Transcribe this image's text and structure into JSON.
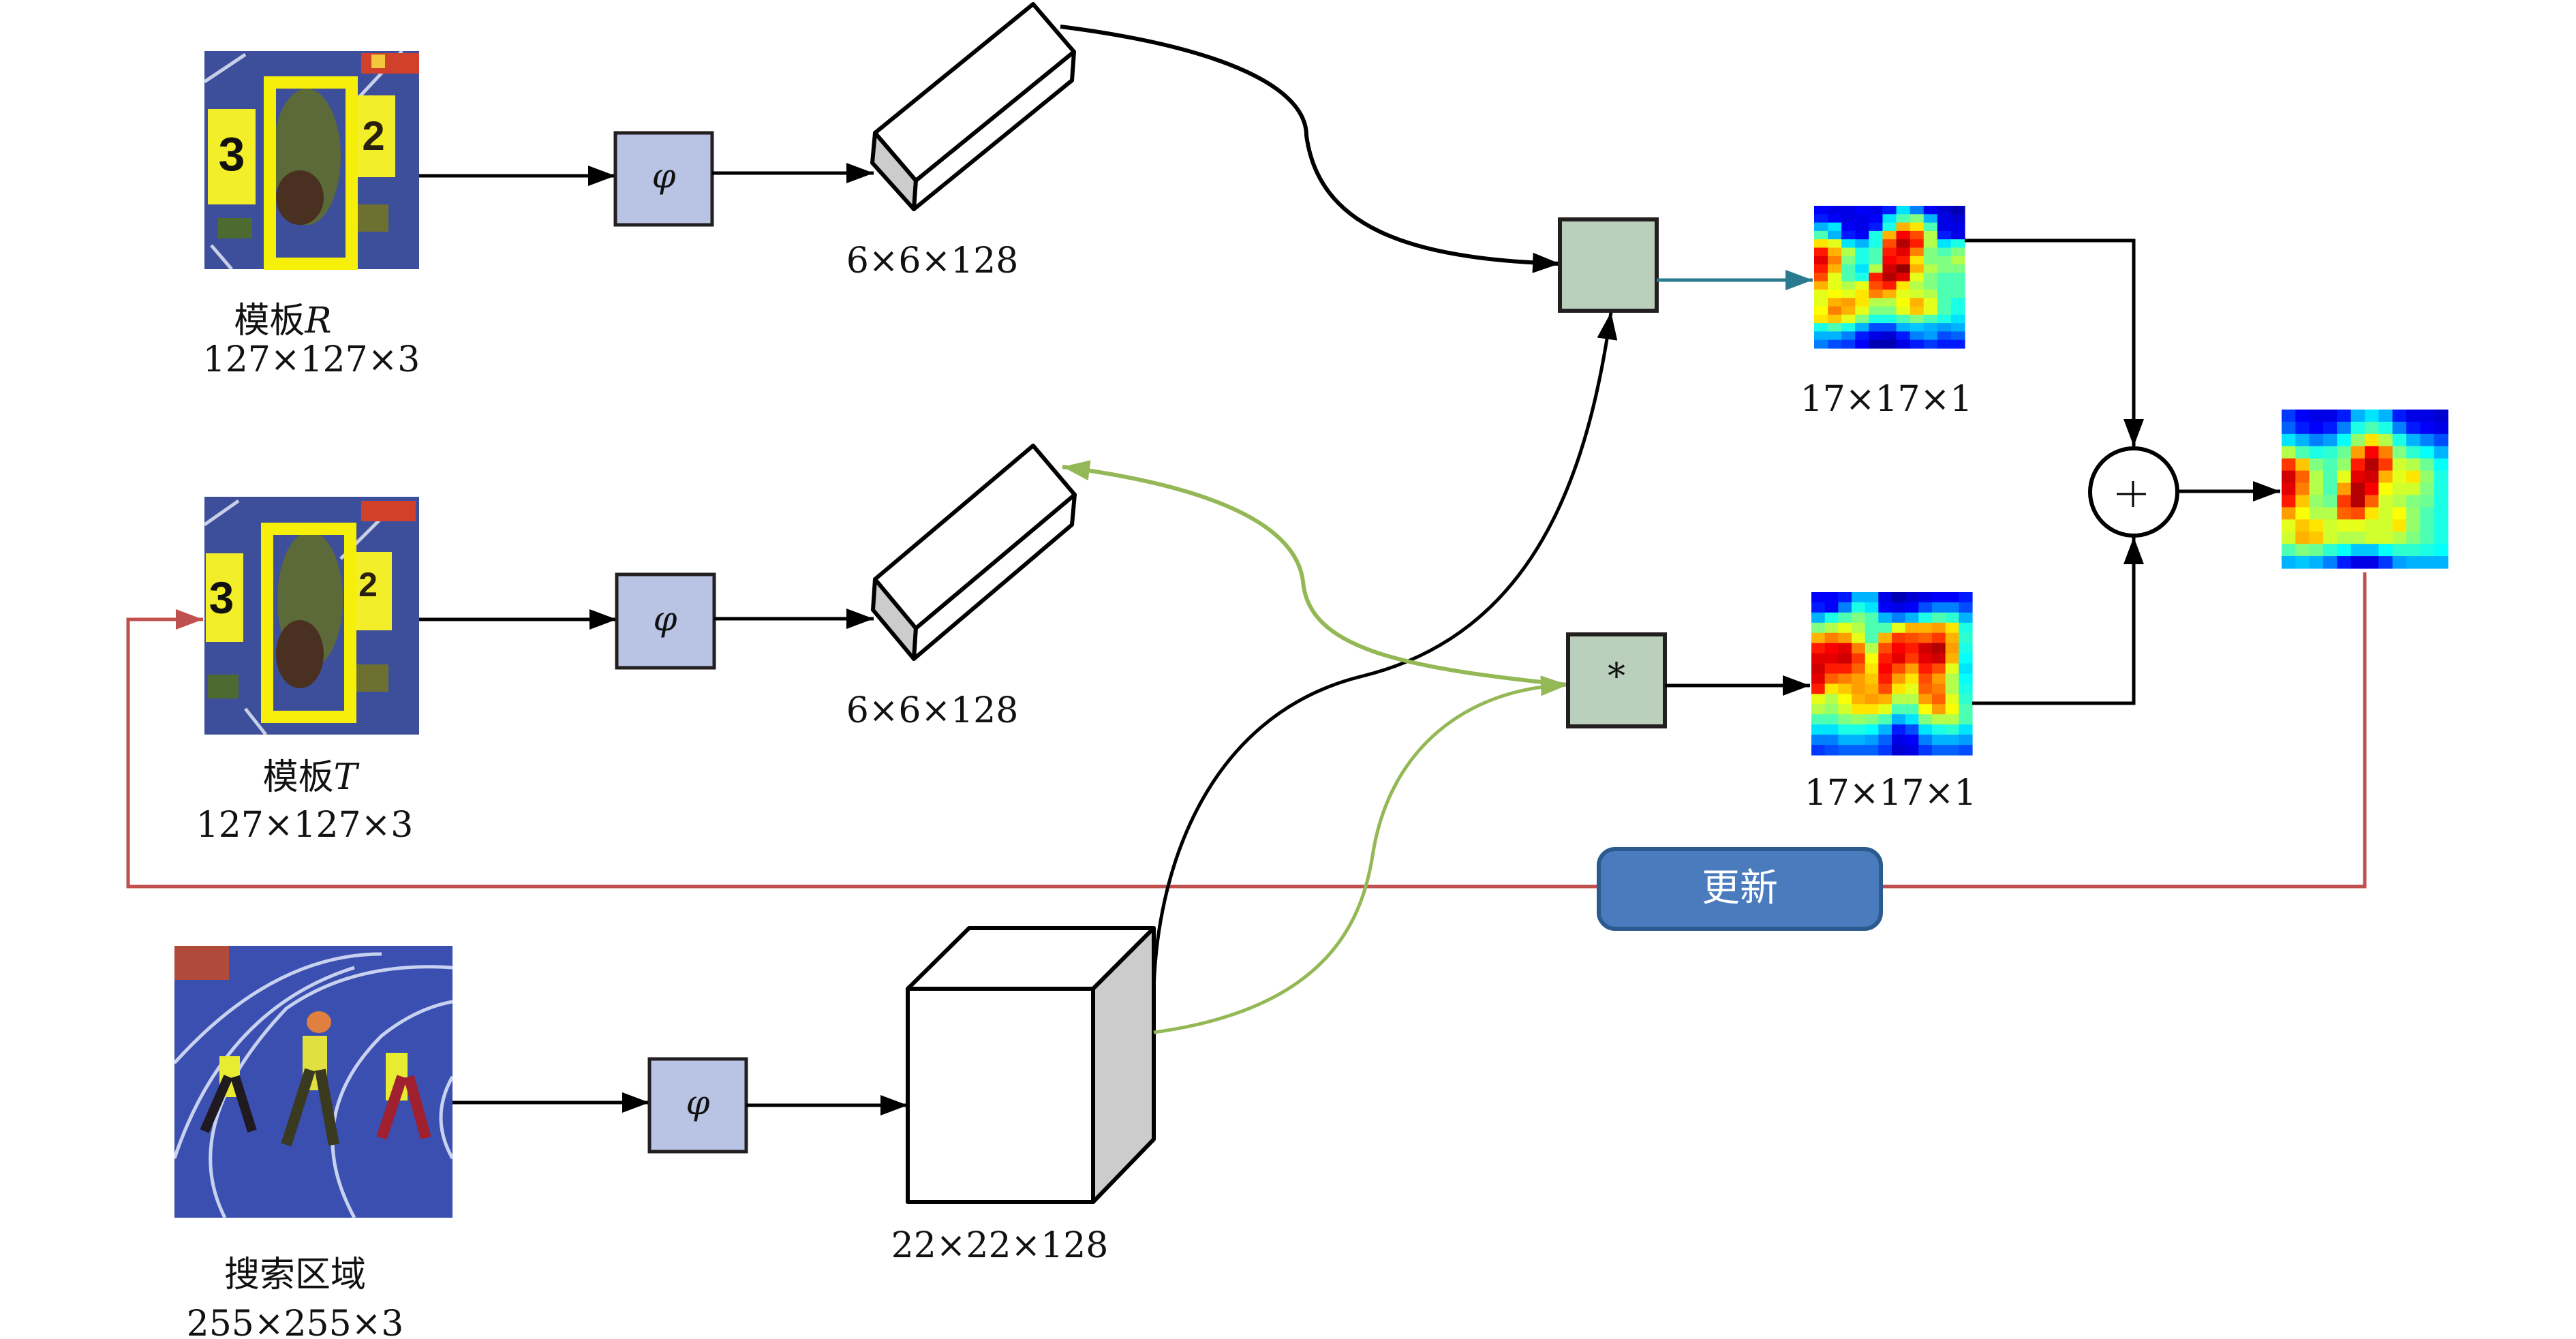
{
  "title": "Siamese tracker architecture with template update",
  "colors": {
    "phi_box": "#b9c4e4",
    "corr_box": "#bbd0bc",
    "teal_arrow": "#2a7b90",
    "green_arrow": "#93b855",
    "red_line": "#c0504d",
    "update_button": "#4a7bbd",
    "update_button_border": "#2b5a8e",
    "cuboid_side": "#cccccc",
    "track_blue": "#3d4f9a",
    "bib_yellow": "#f2ee2a"
  },
  "inputs": {
    "template_r": {
      "name": "模板",
      "var": "R",
      "size": "127×127×3"
    },
    "template_t": {
      "name": "模板",
      "var": "T",
      "size": "127×127×3"
    },
    "search": {
      "name": "搜索区域",
      "size": "255×255×3"
    }
  },
  "ops": {
    "phi": "φ",
    "star": "*",
    "plus": "+",
    "update": "更新"
  },
  "features": {
    "f_r": "6×6×128",
    "f_t": "6×6×128",
    "f_search": "22×22×128"
  },
  "responses": {
    "r1": {
      "size": "17×17×1",
      "grid": [
        [
          0.12,
          0.1,
          0.1,
          0.12,
          0.1,
          0.15,
          0.35,
          0.25,
          0.12,
          0.08,
          0.05
        ],
        [
          0.15,
          0.12,
          0.1,
          0.1,
          0.12,
          0.35,
          0.45,
          0.5,
          0.3,
          0.1,
          0.08
        ],
        [
          0.3,
          0.35,
          0.12,
          0.1,
          0.15,
          0.4,
          0.7,
          0.65,
          0.45,
          0.1,
          0.1
        ],
        [
          0.45,
          0.3,
          0.15,
          0.12,
          0.4,
          0.7,
          0.88,
          0.8,
          0.55,
          0.15,
          0.1
        ],
        [
          0.65,
          0.6,
          0.35,
          0.3,
          0.4,
          0.8,
          0.95,
          0.85,
          0.55,
          0.35,
          0.4
        ],
        [
          0.85,
          0.7,
          0.55,
          0.4,
          0.45,
          0.85,
          0.9,
          0.75,
          0.5,
          0.45,
          0.5
        ],
        [
          0.9,
          0.75,
          0.5,
          0.4,
          0.45,
          0.88,
          0.85,
          0.65,
          0.5,
          0.5,
          0.55
        ],
        [
          0.85,
          0.7,
          0.45,
          0.35,
          0.55,
          0.92,
          0.98,
          0.7,
          0.55,
          0.5,
          0.5
        ],
        [
          0.8,
          0.6,
          0.45,
          0.4,
          0.85,
          0.95,
          0.9,
          0.6,
          0.5,
          0.45,
          0.45
        ],
        [
          0.7,
          0.6,
          0.55,
          0.6,
          0.8,
          0.85,
          0.65,
          0.55,
          0.5,
          0.45,
          0.45
        ],
        [
          0.6,
          0.62,
          0.6,
          0.65,
          0.75,
          0.7,
          0.6,
          0.58,
          0.55,
          0.45,
          0.45
        ],
        [
          0.6,
          0.7,
          0.72,
          0.65,
          0.55,
          0.55,
          0.62,
          0.7,
          0.6,
          0.45,
          0.4
        ],
        [
          0.62,
          0.75,
          0.7,
          0.6,
          0.5,
          0.5,
          0.6,
          0.68,
          0.6,
          0.45,
          0.4
        ],
        [
          0.65,
          0.68,
          0.6,
          0.5,
          0.4,
          0.4,
          0.45,
          0.5,
          0.45,
          0.4,
          0.35
        ],
        [
          0.4,
          0.45,
          0.4,
          0.3,
          0.2,
          0.2,
          0.3,
          0.32,
          0.3,
          0.28,
          0.3
        ],
        [
          0.3,
          0.3,
          0.25,
          0.15,
          0.1,
          0.08,
          0.15,
          0.25,
          0.28,
          0.2,
          0.22
        ],
        [
          0.25,
          0.2,
          0.18,
          0.12,
          0.05,
          0.05,
          0.1,
          0.15,
          0.18,
          0.15,
          0.15
        ]
      ]
    },
    "r2": {
      "size": "17×17×1",
      "grid": [
        [
          0.12,
          0.12,
          0.15,
          0.3,
          0.3,
          0.1,
          0.05,
          0.08,
          0.1,
          0.12,
          0.12,
          0.15
        ],
        [
          0.15,
          0.12,
          0.25,
          0.4,
          0.35,
          0.12,
          0.1,
          0.12,
          0.2,
          0.25,
          0.25,
          0.2
        ],
        [
          0.3,
          0.4,
          0.45,
          0.5,
          0.45,
          0.3,
          0.25,
          0.3,
          0.4,
          0.45,
          0.42,
          0.3
        ],
        [
          0.5,
          0.55,
          0.6,
          0.55,
          0.45,
          0.45,
          0.6,
          0.7,
          0.7,
          0.72,
          0.65,
          0.4
        ],
        [
          0.7,
          0.75,
          0.72,
          0.6,
          0.45,
          0.7,
          0.82,
          0.8,
          0.78,
          0.82,
          0.7,
          0.42
        ],
        [
          0.85,
          0.88,
          0.9,
          0.75,
          0.55,
          0.8,
          0.88,
          0.85,
          0.92,
          0.95,
          0.72,
          0.4
        ],
        [
          0.9,
          0.9,
          0.92,
          0.82,
          0.62,
          0.85,
          0.9,
          0.82,
          0.9,
          0.92,
          0.7,
          0.38
        ],
        [
          0.92,
          0.85,
          0.85,
          0.78,
          0.65,
          0.88,
          0.8,
          0.72,
          0.85,
          0.8,
          0.6,
          0.35
        ],
        [
          0.9,
          0.78,
          0.75,
          0.72,
          0.68,
          0.85,
          0.72,
          0.65,
          0.8,
          0.72,
          0.55,
          0.38
        ],
        [
          0.85,
          0.65,
          0.68,
          0.72,
          0.7,
          0.8,
          0.65,
          0.6,
          0.78,
          0.75,
          0.55,
          0.4
        ],
        [
          0.6,
          0.55,
          0.62,
          0.7,
          0.72,
          0.7,
          0.55,
          0.55,
          0.72,
          0.78,
          0.6,
          0.42
        ],
        [
          0.55,
          0.52,
          0.58,
          0.65,
          0.65,
          0.6,
          0.45,
          0.45,
          0.62,
          0.72,
          0.62,
          0.45
        ],
        [
          0.45,
          0.45,
          0.5,
          0.52,
          0.5,
          0.45,
          0.3,
          0.35,
          0.5,
          0.55,
          0.55,
          0.45
        ],
        [
          0.35,
          0.35,
          0.4,
          0.4,
          0.38,
          0.3,
          0.15,
          0.2,
          0.35,
          0.4,
          0.42,
          0.35
        ],
        [
          0.25,
          0.25,
          0.3,
          0.3,
          0.28,
          0.22,
          0.1,
          0.12,
          0.25,
          0.3,
          0.3,
          0.28
        ],
        [
          0.18,
          0.2,
          0.22,
          0.22,
          0.22,
          0.18,
          0.08,
          0.1,
          0.18,
          0.22,
          0.22,
          0.2
        ]
      ]
    },
    "fused": {
      "grid": [
        [
          0.18,
          0.12,
          0.1,
          0.1,
          0.15,
          0.3,
          0.35,
          0.3,
          0.15,
          0.1,
          0.1,
          0.08
        ],
        [
          0.22,
          0.15,
          0.12,
          0.15,
          0.25,
          0.4,
          0.45,
          0.4,
          0.25,
          0.15,
          0.12,
          0.1
        ],
        [
          0.35,
          0.3,
          0.25,
          0.28,
          0.38,
          0.52,
          0.65,
          0.55,
          0.4,
          0.3,
          0.25,
          0.2
        ],
        [
          0.55,
          0.45,
          0.4,
          0.42,
          0.48,
          0.72,
          0.88,
          0.75,
          0.5,
          0.42,
          0.38,
          0.3
        ],
        [
          0.82,
          0.68,
          0.5,
          0.45,
          0.52,
          0.85,
          0.95,
          0.82,
          0.58,
          0.55,
          0.48,
          0.38
        ],
        [
          0.92,
          0.78,
          0.55,
          0.45,
          0.6,
          0.9,
          0.92,
          0.7,
          0.6,
          0.65,
          0.52,
          0.4
        ],
        [
          0.9,
          0.75,
          0.55,
          0.45,
          0.72,
          0.95,
          0.88,
          0.62,
          0.58,
          0.58,
          0.5,
          0.4
        ],
        [
          0.85,
          0.68,
          0.52,
          0.48,
          0.82,
          0.95,
          0.78,
          0.58,
          0.55,
          0.5,
          0.48,
          0.4
        ],
        [
          0.72,
          0.62,
          0.55,
          0.55,
          0.78,
          0.8,
          0.65,
          0.58,
          0.62,
          0.52,
          0.45,
          0.4
        ],
        [
          0.6,
          0.68,
          0.65,
          0.58,
          0.6,
          0.6,
          0.58,
          0.58,
          0.65,
          0.52,
          0.45,
          0.4
        ],
        [
          0.58,
          0.7,
          0.68,
          0.58,
          0.55,
          0.55,
          0.58,
          0.58,
          0.55,
          0.5,
          0.45,
          0.4
        ],
        [
          0.45,
          0.5,
          0.48,
          0.42,
          0.38,
          0.32,
          0.32,
          0.38,
          0.42,
          0.42,
          0.4,
          0.38
        ],
        [
          0.3,
          0.32,
          0.3,
          0.25,
          0.15,
          0.1,
          0.1,
          0.18,
          0.28,
          0.3,
          0.3,
          0.3
        ]
      ]
    }
  }
}
